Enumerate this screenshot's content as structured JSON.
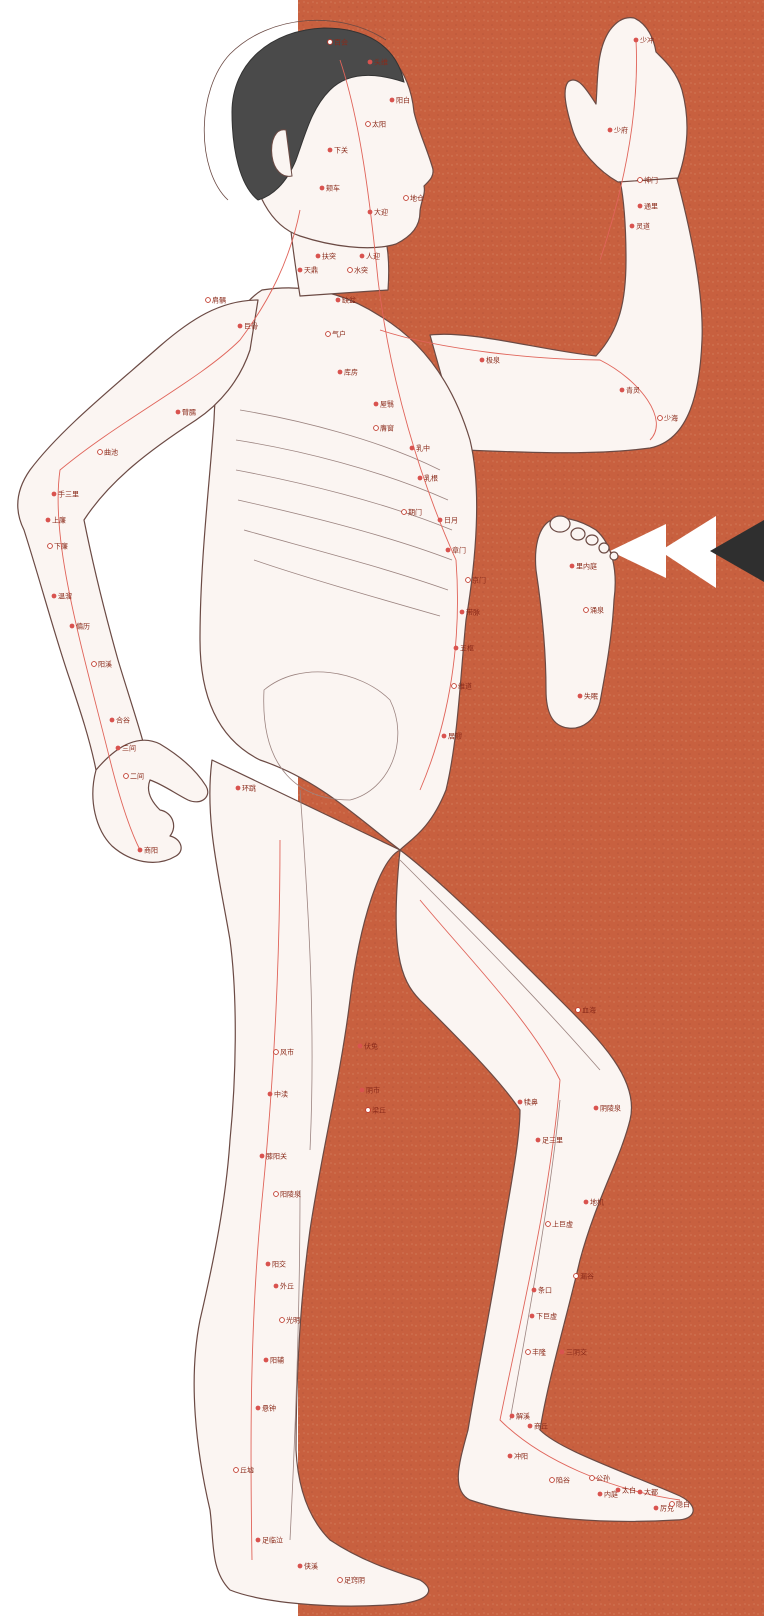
{
  "colors": {
    "background": "#ffffff",
    "panel": "#c8603f",
    "panel_speckle": "#d07452",
    "skin": "#fbf5f2",
    "outline": "#6b4a44",
    "meridian": "#e0645a",
    "hair": "#4a4a4a",
    "arrow_white": "#ffffff",
    "arrow_dark": "#2f2f2f"
  },
  "figure": {
    "description_icon": "acupuncture-figure-icon",
    "points": [
      {
        "id": "head-1",
        "label": "百会"
      },
      {
        "id": "head-2",
        "label": "头维"
      },
      {
        "id": "head-3",
        "label": "阳白"
      },
      {
        "id": "head-4",
        "label": "太阳"
      },
      {
        "id": "head-5",
        "label": "下关"
      },
      {
        "id": "head-6",
        "label": "颊车"
      },
      {
        "id": "head-7",
        "label": "地仓"
      },
      {
        "id": "head-8",
        "label": "大迎"
      },
      {
        "id": "neck-1",
        "label": "人迎"
      },
      {
        "id": "neck-2",
        "label": "水突"
      },
      {
        "id": "neck-3",
        "label": "扶突"
      },
      {
        "id": "neck-4",
        "label": "天鼎"
      },
      {
        "id": "shoulder-1",
        "label": "肩髃"
      },
      {
        "id": "shoulder-2",
        "label": "巨骨"
      },
      {
        "id": "chest-1",
        "label": "缺盆"
      },
      {
        "id": "chest-2",
        "label": "气户"
      },
      {
        "id": "chest-3",
        "label": "库房"
      },
      {
        "id": "chest-4",
        "label": "屋翳"
      },
      {
        "id": "chest-5",
        "label": "膺窗"
      },
      {
        "id": "chest-6",
        "label": "乳中"
      },
      {
        "id": "chest-7",
        "label": "乳根"
      },
      {
        "id": "abd-1",
        "label": "期门"
      },
      {
        "id": "abd-2",
        "label": "日月"
      },
      {
        "id": "abd-3",
        "label": "章门"
      },
      {
        "id": "abd-4",
        "label": "京门"
      },
      {
        "id": "abd-5",
        "label": "带脉"
      },
      {
        "id": "abd-6",
        "label": "五枢"
      },
      {
        "id": "abd-7",
        "label": "维道"
      },
      {
        "id": "abd-8",
        "label": "居髎"
      },
      {
        "id": "arm-1",
        "label": "臂臑"
      },
      {
        "id": "arm-2",
        "label": "曲池"
      },
      {
        "id": "arm-3",
        "label": "手三里"
      },
      {
        "id": "arm-4",
        "label": "上廉"
      },
      {
        "id": "arm-5",
        "label": "下廉"
      },
      {
        "id": "arm-6",
        "label": "温溜"
      },
      {
        "id": "arm-7",
        "label": "偏历"
      },
      {
        "id": "arm-8",
        "label": "阳溪"
      },
      {
        "id": "arm-9",
        "label": "合谷"
      },
      {
        "id": "arm-10",
        "label": "三间"
      },
      {
        "id": "arm-11",
        "label": "二间"
      },
      {
        "id": "arm-12",
        "label": "商阳"
      },
      {
        "id": "leg-1",
        "label": "环跳"
      },
      {
        "id": "leg-2",
        "label": "风市"
      },
      {
        "id": "leg-3",
        "label": "中渎"
      },
      {
        "id": "leg-4",
        "label": "膝阳关"
      },
      {
        "id": "leg-5",
        "label": "阳陵泉"
      },
      {
        "id": "leg-6",
        "label": "阳交"
      },
      {
        "id": "leg-7",
        "label": "外丘"
      },
      {
        "id": "leg-8",
        "label": "光明"
      },
      {
        "id": "leg-9",
        "label": "阳辅"
      },
      {
        "id": "leg-10",
        "label": "悬钟"
      },
      {
        "id": "leg-11",
        "label": "丘墟"
      },
      {
        "id": "leg-12",
        "label": "足临泣"
      },
      {
        "id": "leg-13",
        "label": "侠溪"
      },
      {
        "id": "leg-14",
        "label": "足窍阴"
      },
      {
        "id": "leg-15",
        "label": "伏兔"
      },
      {
        "id": "leg-16",
        "label": "阴市"
      },
      {
        "id": "leg-17",
        "label": "梁丘"
      },
      {
        "id": "leg-18",
        "label": "犊鼻"
      },
      {
        "id": "leg-19",
        "label": "足三里"
      },
      {
        "id": "leg-20",
        "label": "上巨虚"
      },
      {
        "id": "leg-21",
        "label": "条口"
      },
      {
        "id": "leg-22",
        "label": "下巨虚"
      },
      {
        "id": "leg-23",
        "label": "丰隆"
      },
      {
        "id": "leg-24",
        "label": "解溪"
      },
      {
        "id": "leg-25",
        "label": "冲阳"
      },
      {
        "id": "leg-26",
        "label": "陷谷"
      },
      {
        "id": "leg-27",
        "label": "内庭"
      },
      {
        "id": "leg-28",
        "label": "厉兑"
      },
      {
        "id": "inleg-1",
        "label": "血海"
      },
      {
        "id": "inleg-2",
        "label": "阴陵泉"
      },
      {
        "id": "inleg-3",
        "label": "地机"
      },
      {
        "id": "inleg-4",
        "label": "漏谷"
      },
      {
        "id": "inleg-5",
        "label": "三阴交"
      },
      {
        "id": "inleg-6",
        "label": "商丘"
      },
      {
        "id": "inleg-7",
        "label": "公孙"
      },
      {
        "id": "inleg-8",
        "label": "太白"
      },
      {
        "id": "inleg-9",
        "label": "大都"
      },
      {
        "id": "inleg-10",
        "label": "隐白"
      },
      {
        "id": "hand-1",
        "label": "少冲"
      },
      {
        "id": "hand-2",
        "label": "少府"
      },
      {
        "id": "hand-3",
        "label": "神门"
      },
      {
        "id": "hand-4",
        "label": "通里"
      },
      {
        "id": "hand-5",
        "label": "灵道"
      },
      {
        "id": "hand-6",
        "label": "少海"
      },
      {
        "id": "hand-7",
        "label": "青灵"
      },
      {
        "id": "hand-8",
        "label": "极泉"
      },
      {
        "id": "sole-1",
        "label": "涌泉"
      },
      {
        "id": "sole-2",
        "label": "里内庭"
      },
      {
        "id": "sole-3",
        "label": "失眠"
      }
    ]
  }
}
